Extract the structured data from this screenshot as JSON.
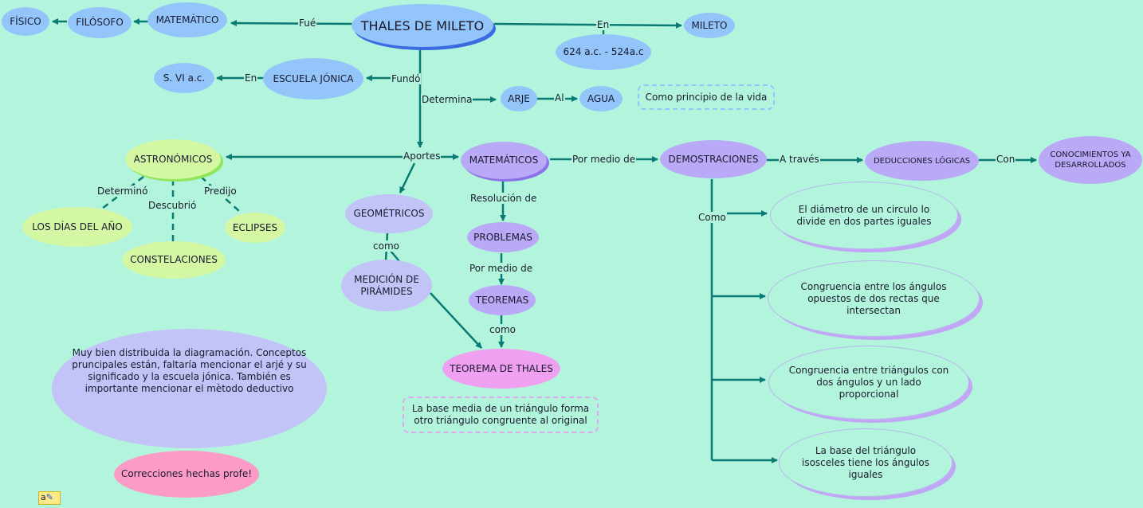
{
  "concept_map": {
    "title_node": "THALES DE MILETO",
    "nodes": {
      "fisico": "FÍSICO",
      "filosofo": "FILÓSOFO",
      "matematico": "MATEMÁTICO",
      "mileto": "MILETO",
      "fechas": "624 a.c. - 524a.c",
      "siglo": "S. VI a.c.",
      "escuela": "ESCUELA JÓNICA",
      "arje": "ARJE",
      "agua": "AGUA",
      "principio": "Como principio de la vida",
      "astronomicos": "ASTRONÓMICOS",
      "dias": "LOS DÍAS DEL AÑO",
      "constelaciones": "CONSTELACIONES",
      "eclipses": "ECLIPSES",
      "geometricos": "GEOMÉTRICOS",
      "piramides": "MEDICIÓN DE PIRÁMIDES",
      "matematicos": "MATEMÁTICOS",
      "problemas": "PROBLEMAS",
      "teoremas": "TEOREMAS",
      "teorema_thales": "TEOREMA DE THALES",
      "base_media": "La base media de un triángulo forma otro triángulo congruente al original",
      "demostraciones": "DEMOSTRACIONES",
      "deducciones": "DEDUCCIONES LÓGICAS",
      "conocimientos": "CONOCIMIENTOS YA DESARROLLADOS",
      "ej1": "El diámetro de un circulo lo divide en dos partes iguales",
      "ej2": "Congruencia entre los ángulos opuestos de dos rectas que intersectan",
      "ej3": "Congruencia entre triángulos con dos ángulos y un lado proporcional",
      "ej4": "La base del triángulo isosceles tiene los ángulos iguales"
    },
    "link_labels": {
      "fue": "Fué",
      "en_mileto": "En",
      "fundo": "Fundó",
      "en_siglo": "En",
      "determina": "Determina",
      "al": "Al",
      "aportes": "Aportes",
      "determino": "Determinó",
      "descubrio": "Descubrió",
      "predijo": "Predijo",
      "como_geo": "como",
      "resolucion": "Resolución de",
      "por_medio_teoremas": "Por medio de",
      "como_teorema": "como",
      "por_medio_demos": "Por medio de",
      "a_traves": "A través",
      "con": "Con",
      "como_demos": "Como"
    }
  },
  "feedback": {
    "comment": "Muy bien distribuida la diagramación.   Conceptos pruncipales están, faltaría mencionar el arjé y su significado y la escuela jónica.  También es importante mencionar el mètodo deductivo",
    "correction": "Correcciones hechas profe!"
  },
  "annotation_icon": {
    "glyph": "a",
    "name": "note-annotation"
  },
  "colors": {
    "background": "#b3f5dc",
    "link": "#0a7a74",
    "blue_node": "#93c5fb",
    "green_node": "#d4f7a4",
    "purple_node": "#b9a9f7"
  }
}
